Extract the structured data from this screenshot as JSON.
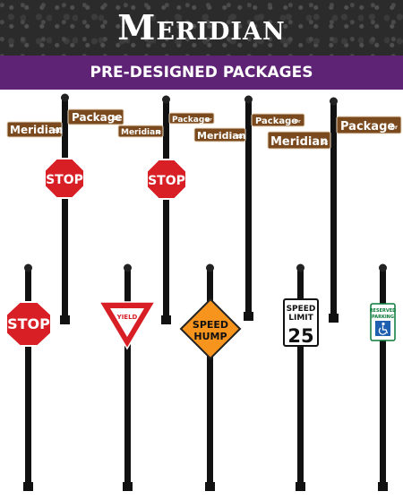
{
  "header": {
    "brand": "Meridian",
    "background_color": "#2b2b2b"
  },
  "banner": {
    "title": "PRE-DESIGNED PACKAGES",
    "color": "#5e2375"
  },
  "street_signs": {
    "street1": "Meridian",
    "street1_suffix": "St",
    "street2": "Package",
    "street2_suffix": "Dr",
    "sign_color": "#7a4a1e"
  },
  "signs": {
    "stop": "STOP",
    "yield": "YIELD",
    "speed_hump_line1": "SPEED",
    "speed_hump_line2": "HUMP",
    "speed_limit_line1": "SPEED",
    "speed_limit_line2": "LIMIT",
    "speed_limit_value": "25",
    "reserved_line1": "RESERVED",
    "reserved_line2": "PARKING"
  },
  "icons": [
    "accessible-icon"
  ]
}
